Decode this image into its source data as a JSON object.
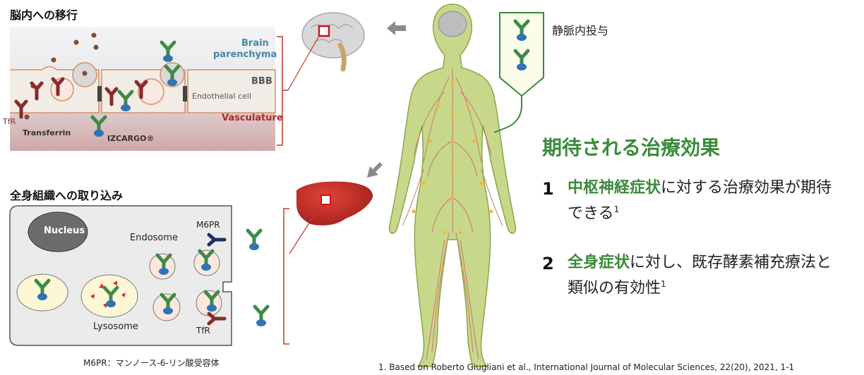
{
  "brain_panel": {
    "title": "脳内への移行",
    "brain_label": "Brain",
    "parenchyma_label": "parenchyma",
    "bbb_label": "BBB",
    "endothelial_label": "Endothelial cell",
    "vasculature_label": "Vasculature",
    "tfr_label": "TfR",
    "transferrin_label": "Transferrin",
    "izcargo_label": "IZCARGO®"
  },
  "tissue_panel": {
    "title": "全身組織への取り込み",
    "nucleus_label": "Nucleus",
    "endosome_label": "Endosome",
    "m6pr_label": "M6PR",
    "lysosome_label": "Lysosome",
    "tfr_label": "TfR",
    "footnote": "M6PR：マンノース-6-リン酸受容体"
  },
  "iv": {
    "label": "静脈内投与"
  },
  "effects": {
    "title": "期待される治療効果",
    "items": [
      {
        "num": "1",
        "highlight": "中枢神経症状",
        "rest_line1": "に対する治療効果が期待",
        "line2": "できる",
        "sup": "1"
      },
      {
        "num": "2",
        "highlight": "全身症状",
        "rest_line1": "に対し、既存酵素補充療法と",
        "line2": "類似の有効性",
        "sup": "1"
      }
    ]
  },
  "reference": "1. Based on Roberto Giugliani et al., International Journal of Molecular Sciences, 22(20), 2021, 1-1",
  "colors": {
    "accent_green": "#3a8a3c",
    "brain_blue": "#4a86a6",
    "vascular_red": "#b3262e",
    "body_fill": "#c8d88a"
  }
}
